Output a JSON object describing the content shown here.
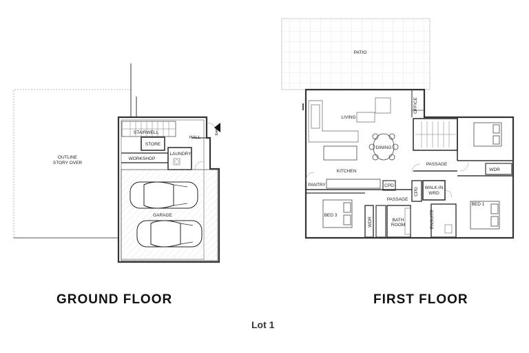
{
  "ground_floor": {
    "caption": "GROUND  FLOOR",
    "rooms": {
      "outline_line1": "OUTLINE",
      "outline_line2": "STORY OVER",
      "stairwell": "STAIRWELL",
      "store": "STORE",
      "hall": "HALL",
      "entry": "Entry",
      "workshop": "WORKSHOP",
      "laundry": "LAUNDRY",
      "garage": "GARAGE"
    }
  },
  "first_floor": {
    "caption": "FIRST  FLOOR",
    "rooms": {
      "patio": "PATIO",
      "living": "LIVING",
      "office": "OFFICE",
      "dining": "DINING",
      "kitchen": "KITCHEN",
      "pantry": "PANTRY",
      "cpd_1": "CPD",
      "cpd_2": "CPD",
      "passage_1": "PASSAGE",
      "passage_2": "PASSAGE",
      "walkin_line1": "WALK-IN",
      "walkin_line2": "WRD",
      "wdr_1": "WDR",
      "wdr_2": "WDR",
      "bed_1": "BED 1",
      "bed_3": "BED 3",
      "bath_line1": "BATH",
      "bath_line2": "ROOM",
      "ensuite": "ENSUITE"
    }
  },
  "footer": {
    "lot": "Lot 1"
  }
}
